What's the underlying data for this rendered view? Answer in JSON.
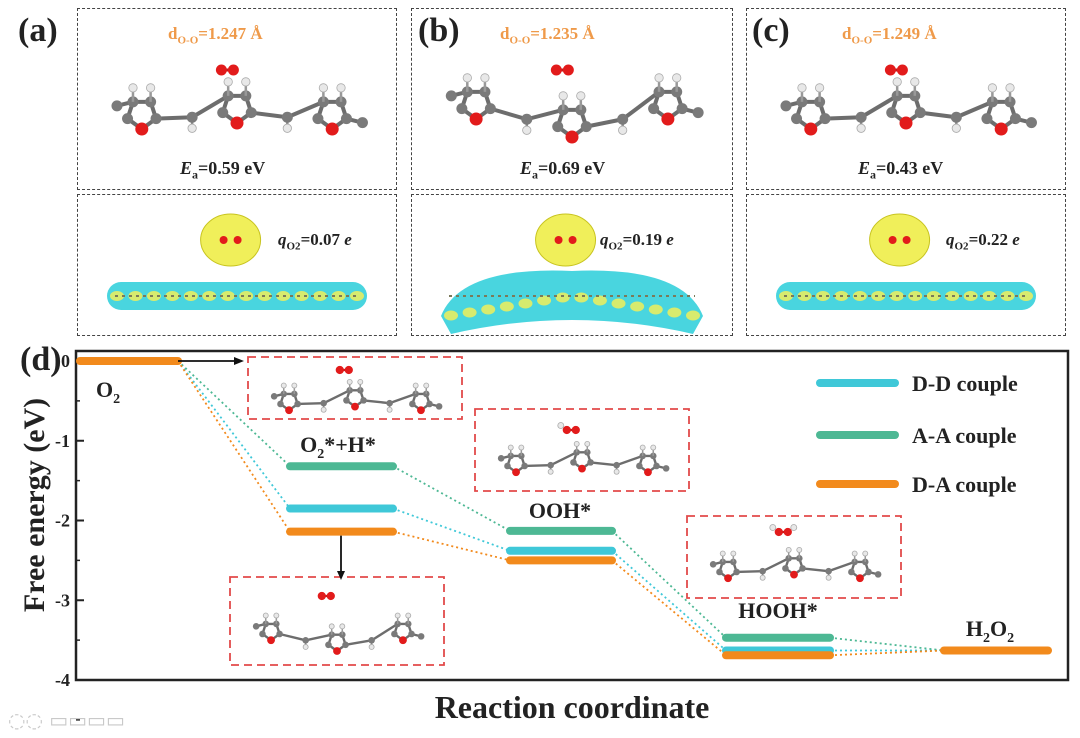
{
  "panels": [
    {
      "id": "a",
      "label": "(a)",
      "d_sub": "O-O",
      "d_value": "=1.247 Å",
      "ea_value": "=0.59 eV",
      "q_value": "=0.07",
      "q_unit": "e",
      "bent": false
    },
    {
      "id": "b",
      "label": "(b)",
      "d_sub": "O-O",
      "d_value": "=1.235 Å",
      "ea_value": "=0.69 eV",
      "q_value": "=0.19",
      "q_unit": "e",
      "bent": true
    },
    {
      "id": "c",
      "label": "(c)",
      "d_sub": "O-O",
      "d_value": "=1.249 Å",
      "ea_value": "=0.43 eV",
      "q_value": "=0.22",
      "q_unit": "e",
      "bent": false
    }
  ],
  "symbols": {
    "d": "d",
    "ea": "E",
    "ea_sub": "a",
    "q": "q",
    "q_sub": "O2"
  },
  "colors": {
    "d_d": "#3fc8d8",
    "a_a": "#4db894",
    "d_a": "#f28a1c",
    "annotation": "#ef9a4a",
    "oxygen": "#e21b1b",
    "carbon": "#7a7a7a",
    "hydrogen": "#e8e8e8",
    "iso_yellow": "#f0ef5a",
    "iso_cyan": "#35d0dc",
    "box_dash": "#e24a4a"
  },
  "chart_data": {
    "type": "line",
    "panel_label": "(d)",
    "xlabel": "Reaction coordinate",
    "ylabel": "Free energy (eV)",
    "ylim": [
      -4,
      0
    ],
    "yticks": [
      0,
      -1,
      -2,
      -3,
      -4
    ],
    "grid": false,
    "legend_position": "top-right",
    "states": [
      "O2",
      "O2*+H*",
      "OOH*",
      "HOOH*",
      "H2O2"
    ],
    "state_labels": [
      {
        "main": "O",
        "sub": "2",
        "tail": ""
      },
      {
        "main": "O",
        "sub": "2",
        "tail": "*+H*"
      },
      {
        "main": "OOH*",
        "sub": "",
        "tail": ""
      },
      {
        "main": "HOOH*",
        "sub": "",
        "tail": ""
      },
      {
        "main": "H",
        "sub": "2",
        "tail": "O",
        "sub2": "2"
      }
    ],
    "series": [
      {
        "name": "D-D couple",
        "key": "d_d",
        "values": [
          0.0,
          -1.85,
          -2.38,
          -3.63,
          -3.63
        ]
      },
      {
        "name": "A-A couple",
        "key": "a_a",
        "values": [
          0.0,
          -1.32,
          -2.13,
          -3.47,
          -3.63
        ]
      },
      {
        "name": "D-A couple",
        "key": "d_a",
        "values": [
          0.0,
          -2.14,
          -2.5,
          -3.69,
          -3.63
        ]
      }
    ]
  }
}
